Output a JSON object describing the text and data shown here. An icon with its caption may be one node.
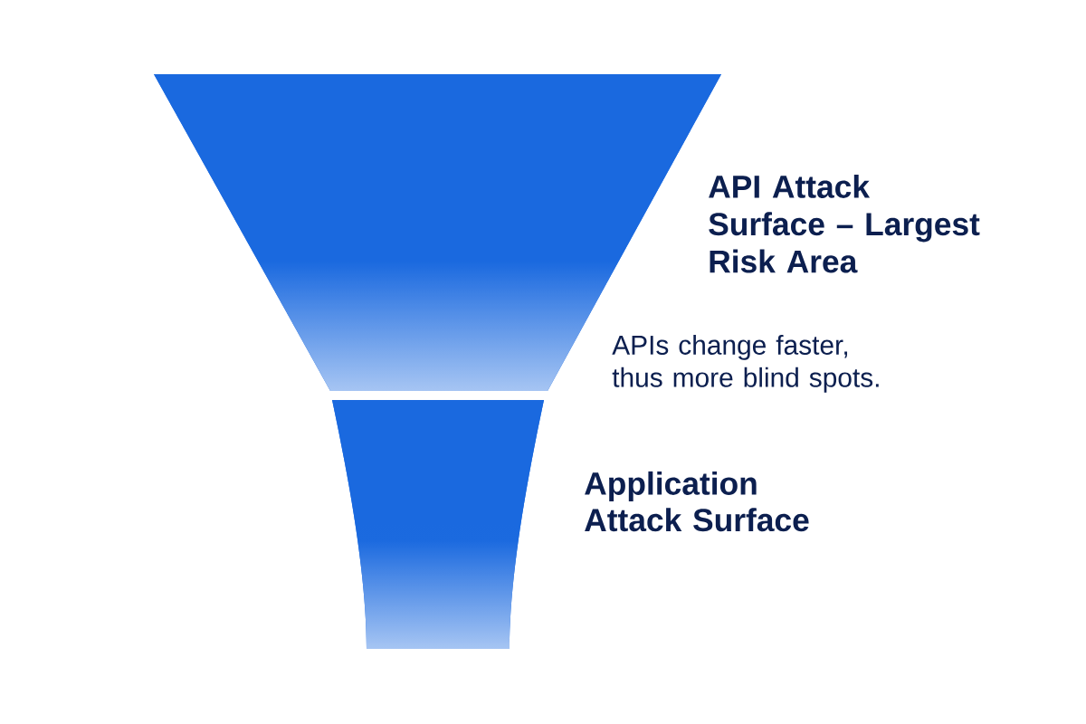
{
  "diagram": {
    "nodes": [
      {
        "text": [],
        "shape": "trapezoid",
        "beside": [
          "API Attack Surface – Largest Risk Area",
          "APIs change faster, thus more blind spots."
        ]
      },
      {
        "text": [],
        "shape": "trapezoid",
        "beside": [
          "Application Attack Surface"
        ]
      }
    ]
  }
}
